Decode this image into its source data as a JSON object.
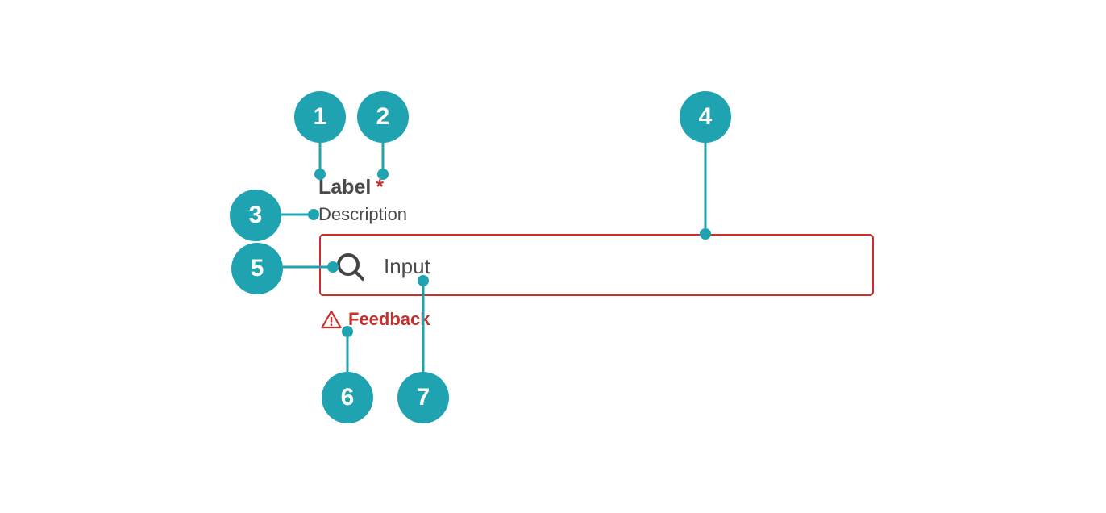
{
  "field": {
    "label": "Label",
    "required_mark": "*",
    "description": "Description",
    "input_value": "Input",
    "leading_icon": "search-icon",
    "feedback": "Feedback",
    "feedback_icon": "warning-icon"
  },
  "callouts": [
    "1",
    "2",
    "3",
    "4",
    "5",
    "6",
    "7"
  ],
  "colors": {
    "callout": "#1fa3b0",
    "error": "#c9302c",
    "text": "#4a4a4a"
  }
}
